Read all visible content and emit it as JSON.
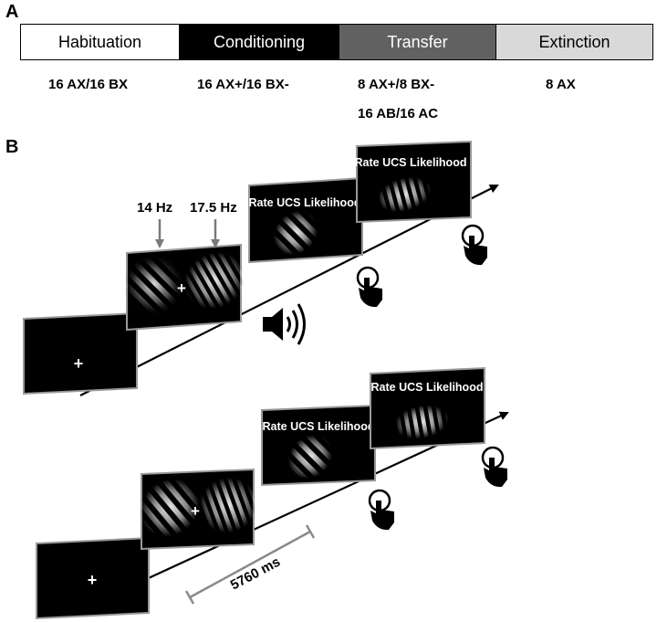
{
  "panel_a": {
    "label": "A",
    "phases": [
      {
        "name": "Habituation",
        "fill": "#ffffff",
        "text_color": "#000000",
        "trials": [
          "16 AX/16 BX"
        ]
      },
      {
        "name": "Conditioning",
        "fill": "#000000",
        "text_color": "#ffffff",
        "trials": [
          "16 AX+/16 BX-"
        ]
      },
      {
        "name": "Transfer",
        "fill": "#616161",
        "text_color": "#ffffff",
        "trials": [
          "8 AX+/8 BX-",
          "16 AB/16 AC"
        ]
      },
      {
        "name": "Extinction",
        "fill": "#d9d9d9",
        "text_color": "#000000",
        "trials": [
          "8 AX"
        ]
      }
    ]
  },
  "panel_b": {
    "label": "B",
    "fixation": "+",
    "rating_prompt": "Rate UCS Likelihood",
    "freq_left": "14 Hz",
    "freq_right": "17.5 Hz",
    "duration": "5760 ms",
    "icons": [
      "speaker-icon",
      "tap-hand-icon"
    ]
  }
}
